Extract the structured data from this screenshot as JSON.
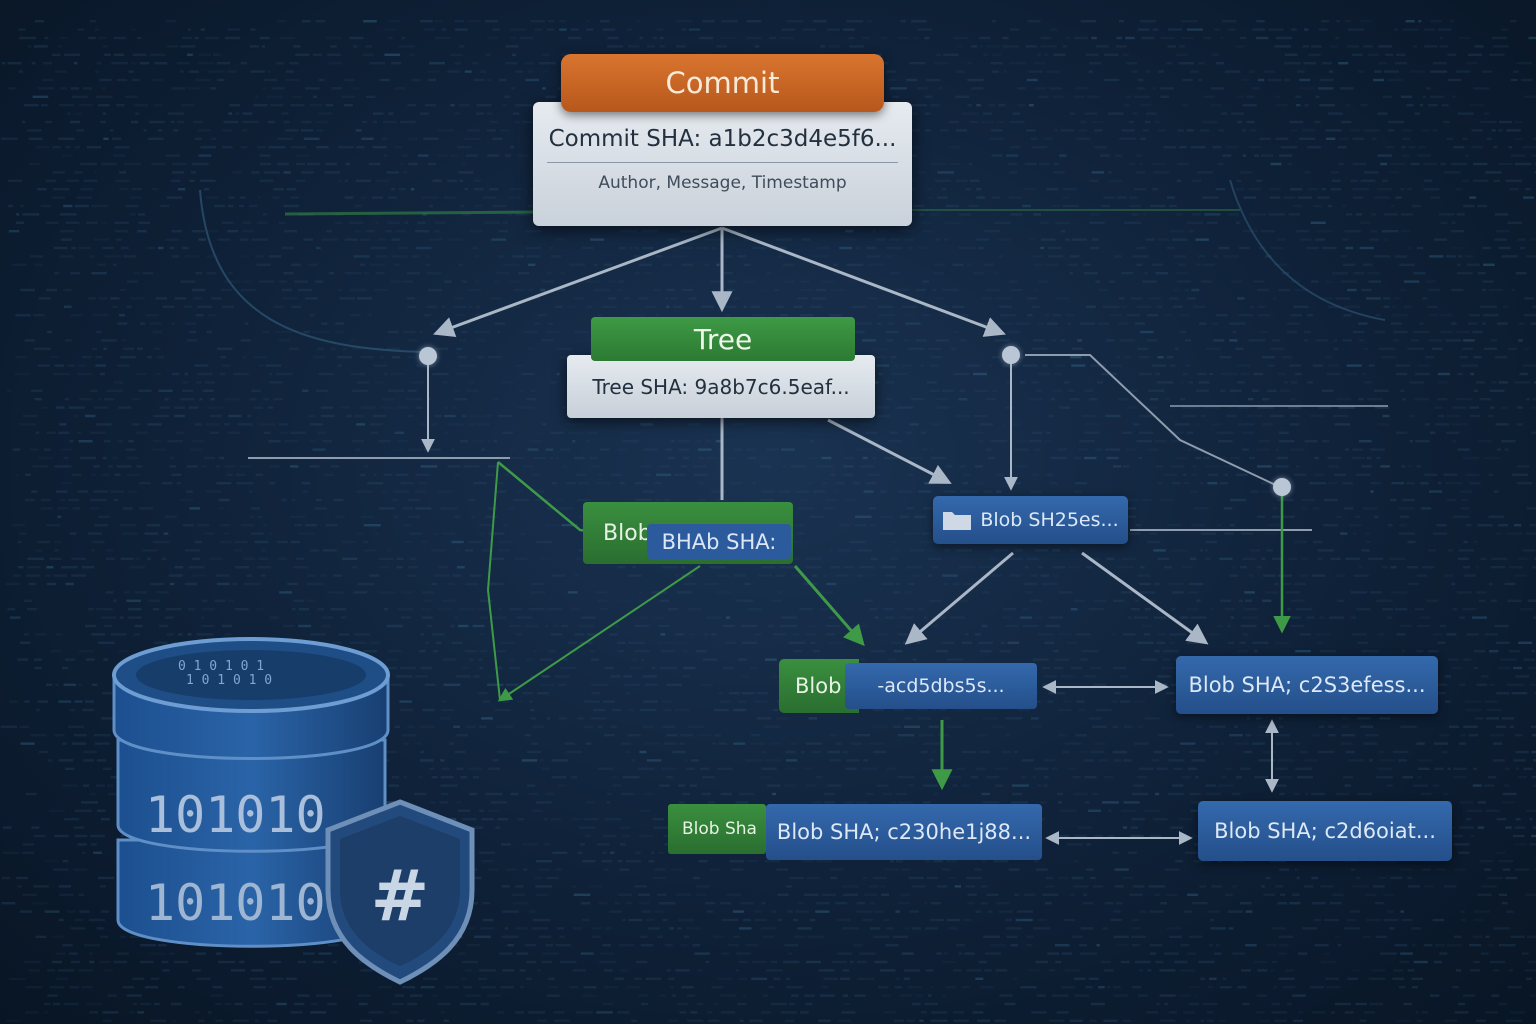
{
  "commit": {
    "header": "Commit",
    "sha_line": "Commit SHA: a1b2c3d4e5f6...",
    "meta_line": "Author, Message, Timestamp"
  },
  "tree": {
    "header": "Tree",
    "sha_line": "Tree SHA: 9a8b7c6.5eaf..."
  },
  "blobs": {
    "green_blob_label": "Blob",
    "green_blob_chip": "BHAb SHA:",
    "right_top": "Blob SH25es...",
    "mid_left_label": "Blob",
    "mid_left_sha": "-acd5dbs5s...",
    "mid_right": "Blob SHA; c2S3efess...",
    "bottom_left_label": "Blob Sha",
    "bottom_left_sha": "Blob SHA; c230he1j88...",
    "bottom_right": "Blob SHA; c2d6oiat..."
  },
  "database": {
    "row1": "101010",
    "row2": "101010",
    "shield_symbol": "#"
  },
  "icons": [
    "folder-icon",
    "database-icon",
    "shield-hash-icon"
  ],
  "colors": {
    "commit_orange": "#c8632a",
    "tree_green": "#338a3a",
    "blob_blue": "#2f5f9f",
    "card_light": "#dde3ea",
    "arrow_gray": "#aab7c7",
    "background": "#0f2138"
  }
}
